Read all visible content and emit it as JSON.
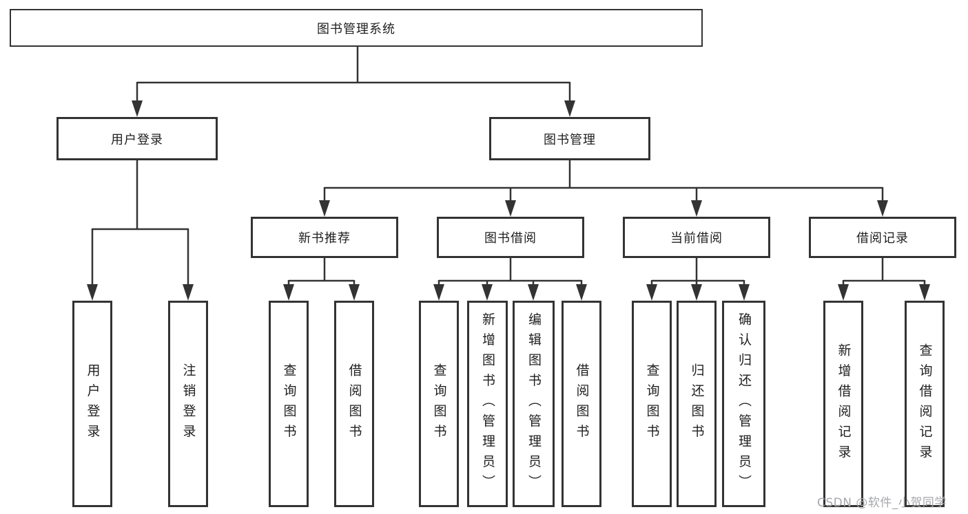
{
  "diagram": {
    "colors": {
      "line": "#333333",
      "text": "#1f1f1f",
      "background": "#ffffff",
      "watermark": "#a6a7ab"
    },
    "root": {
      "label": "图书管理系统"
    },
    "level2": [
      {
        "label": "用户登录"
      },
      {
        "label": "图书管理"
      }
    ],
    "level3": [
      {
        "label": "新书推荐"
      },
      {
        "label": "图书借阅"
      },
      {
        "label": "当前借阅"
      },
      {
        "label": "借阅记录"
      }
    ],
    "leaves": {
      "user_login": [
        "用户登录",
        "注销登录"
      ],
      "new_book_recommend": [
        "查询图书",
        "借阅图书"
      ],
      "book_borrow": [
        "查询图书",
        "新增图书（管理员）",
        "编辑图书（管理员）",
        "借阅图书"
      ],
      "current_borrow": [
        "查询图书",
        "归还图书",
        "确认归还（管理员）"
      ],
      "borrow_record": [
        "新增借阅记录",
        "查询借阅记录"
      ]
    },
    "watermark": "CSDN @软件_小贺同学"
  }
}
